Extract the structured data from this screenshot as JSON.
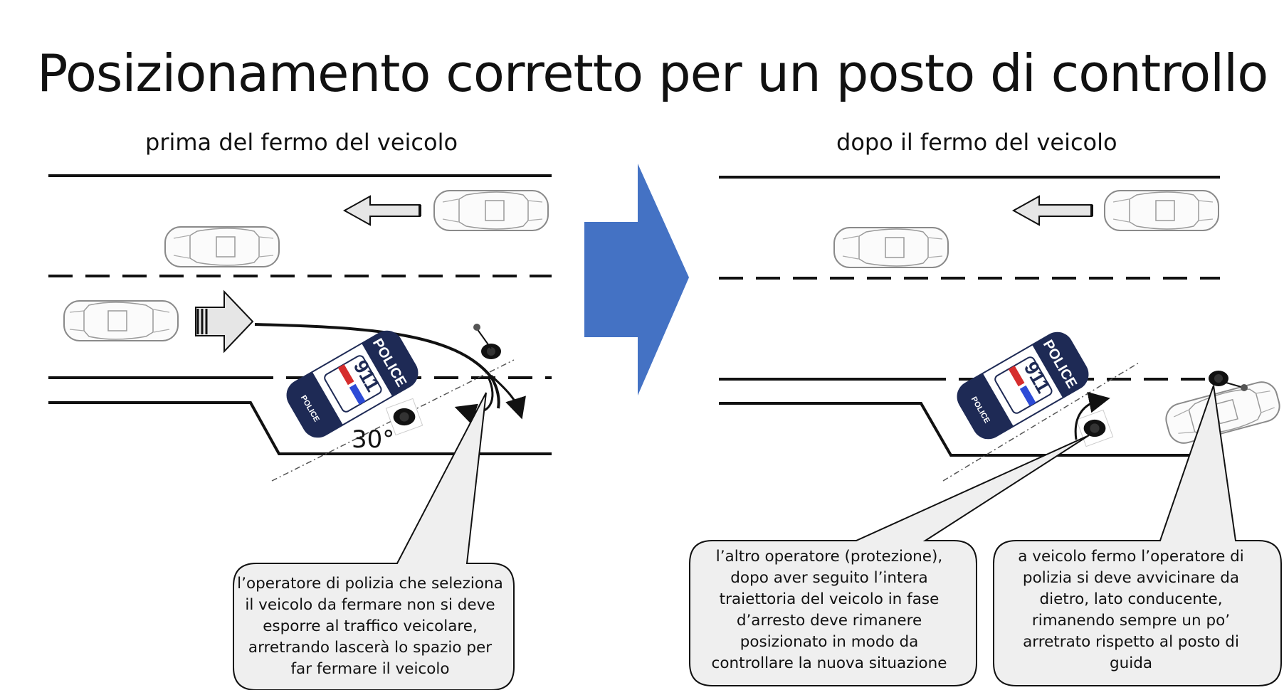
{
  "title": "Posizionamento corretto per un posto di controllo",
  "panels": {
    "left": {
      "subtitle": "prima del fermo del veicolo"
    },
    "right": {
      "subtitle": "dopo il fermo del veicolo"
    }
  },
  "angle_label": "30°",
  "police_car": {
    "text": "POLICE",
    "number": "911"
  },
  "callouts": [
    {
      "lines": [
        "l’operatore di polizia che seleziona",
        "il veicolo da fermare non si deve",
        "esporre al traffico veicolare,",
        "arretrando lascerà lo spazio per",
        "far fermare il veicolo"
      ]
    },
    {
      "lines": [
        "l’altro operatore (protezione),",
        "dopo aver seguito l’intera",
        "traiettoria del veicolo in fase",
        "d’arresto deve rimanere",
        "posizionato in modo da",
        "controllare la nuova situazione"
      ]
    },
    {
      "lines": [
        "a veicolo fermo l’operatore di",
        "polizia si deve avvicinare da",
        "dietro, lato conducente,",
        "rimanendo sempre un po’",
        "arretrato rispetto al posto di",
        "guida"
      ]
    }
  ],
  "colors": {
    "transition_arrow": "#4472C4",
    "callout_fill": "#EFEFEF",
    "police_blue": "#1E2A55"
  }
}
